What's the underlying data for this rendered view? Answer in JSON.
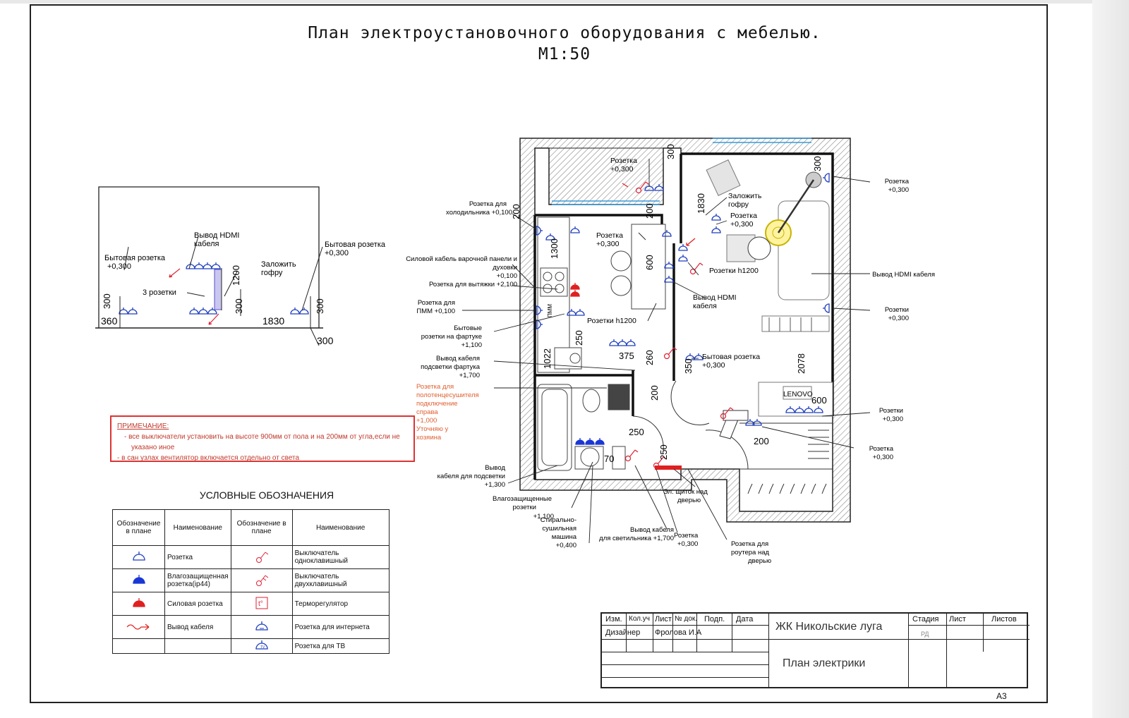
{
  "title": {
    "line1": "План электроустановочного оборудования с мебелью.",
    "line2": "М1:50"
  },
  "elevation": {
    "hdmi_label_1": "Вывод HDMI",
    "hdmi_label_2": "кабеля",
    "left_socket_1": "Бытовая розетка",
    "left_socket_2": "+0,300",
    "right_socket_1": "Бытовая розетка",
    "right_socket_2": "+0,300",
    "corrugation_1": "Заложить",
    "corrugation_2": "гофру",
    "three_sockets": "3 розетки",
    "dim_1200": "1200",
    "dim_300_left": "300",
    "dim_360": "360",
    "dim_300_mid": "300",
    "dim_1830": "1830",
    "dim_300_right": "300",
    "dim_300_bottom": "300"
  },
  "plan": {
    "labels": {
      "fridge_1": "Розетка для",
      "fridge_2": "холодильника +0,100",
      "hob_1": "Силовой кабель варочной панели и",
      "hob_2": "духовки",
      "hob_3": "+0,100",
      "hood": "Розетка для вытяжки +2,100",
      "pmm_1": "Розетка для",
      "pmm_2": "ПММ +0,100",
      "apron_1": "Бытовые",
      "apron_2": "розетки на фартуке",
      "apron_3": "+1,100",
      "light_1": "Вывод кабеля",
      "light_2": "подсветки фартука",
      "light_3": "+1,700",
      "towel_1": "Розетка для",
      "towel_2": "полотенцесушителя",
      "towel_3": "подключение",
      "towel_4": "справа",
      "towel_5": "+1,000",
      "towel_6": "Уточняю у",
      "towel_7": "хозяина",
      "mirror_1": "Вывод",
      "mirror_2": "кабеля для подсветки",
      "mirror_3": "+1,300",
      "wet_1": "Влагозащищенные",
      "wet_2": "розетки",
      "wet_3": "+1,100",
      "washer_1": "Стирально-",
      "washer_2": "сушильная",
      "washer_3": "машина",
      "washer_4": "+0,400",
      "lamp_1": "Вывод кабеля",
      "lamp_2": "для светильника +1,700",
      "sock_bottom_1": "Розетка",
      "sock_bottom_2": "+0,300",
      "panel_1": "Эл. щиток над",
      "panel_2": "дверью",
      "router_1": "Розетка для",
      "router_2": "роутера над",
      "router_3": "дверью",
      "balcony_1": "Розетка",
      "balcony_2": "+0,300",
      "kitchen_sock_1": "Розетка",
      "kitchen_sock_2": "+0,300",
      "kitchen_h1200": "Розетки h1200",
      "room_corr_1": "Заложить",
      "room_corr_2": "гофру",
      "room_sock_1": "Розетка",
      "room_sock_2": "+0,300",
      "room_h1200": "Розетки h1200",
      "room_hdmi_1": "Вывод HDMI",
      "room_hdmi_2": "кабеля",
      "hall_sock_1": "Бытовая розетка",
      "hall_sock_2": "+0,300",
      "r_top_1": "Розетка",
      "r_top_2": "+0,300",
      "r_hdmi": "Вывод HDMI кабеля",
      "r_mid_1": "Розетки",
      "r_mid_2": "+0,300",
      "r_low_1": "Розетки",
      "r_low_2": "+0,300",
      "r_bot_1": "Розетка",
      "r_bot_2": "+0,300",
      "tv_brand": "LENOVO",
      "pmm_tag": "ПММ"
    },
    "dims": [
      "300",
      "300",
      "200",
      "200",
      "1830",
      "1300",
      "600",
      "1022",
      "250",
      "375",
      "260",
      "350",
      "200",
      "2078",
      "250",
      "250",
      "70",
      "200",
      "600"
    ]
  },
  "note": {
    "heading": "ПРИМЕЧАНИЕ:",
    "line1": "- все выключатели установить на высоте 900мм от пола и на 200мм от угла,если не",
    "line2": "указано иное",
    "line3": "- в сан узлах вентилятор включается отдельно от света"
  },
  "legend": {
    "title": "УСЛОВНЫЕ ОБОЗНАЧЕНИЯ",
    "headers": [
      "Обозначение в плане",
      "Наименование",
      "Обозначение в плане",
      "Наименование"
    ],
    "rows": [
      {
        "left": "Розетка",
        "right": "Выключатель одноклавишный"
      },
      {
        "left": "Влагозащищенная розетка(ip44)",
        "right": "Выключатель двухклавишный"
      },
      {
        "left": "Силовая розетка",
        "right": "Терморегулятор"
      },
      {
        "left": "Вывод кабеля",
        "right": "Розетка для интернета"
      },
      {
        "left": "",
        "right": "Розетка для ТВ"
      }
    ]
  },
  "stamp": {
    "h_izm": "Изм.",
    "h_kol": "Кол.уч",
    "h_list": "Лист",
    "h_ndok": "№ док.",
    "h_podp": "Подп.",
    "h_data": "Дата",
    "designer": "Дизайнер",
    "designer_name": "Фролова И.А",
    "project": "ЖК Никольские луга",
    "sheet_name": "План электрики",
    "h_stage": "Стадия",
    "h_sheet": "Лист",
    "h_sheets": "Листов",
    "stage": "РД"
  },
  "format": "А3",
  "colors": {
    "socket": "#1f3fbf",
    "wet_socket": "#1a37d6",
    "power_socket": "#e02020",
    "cable": "#e02020",
    "note": "#c0392b",
    "window": "#3a9ad9"
  }
}
